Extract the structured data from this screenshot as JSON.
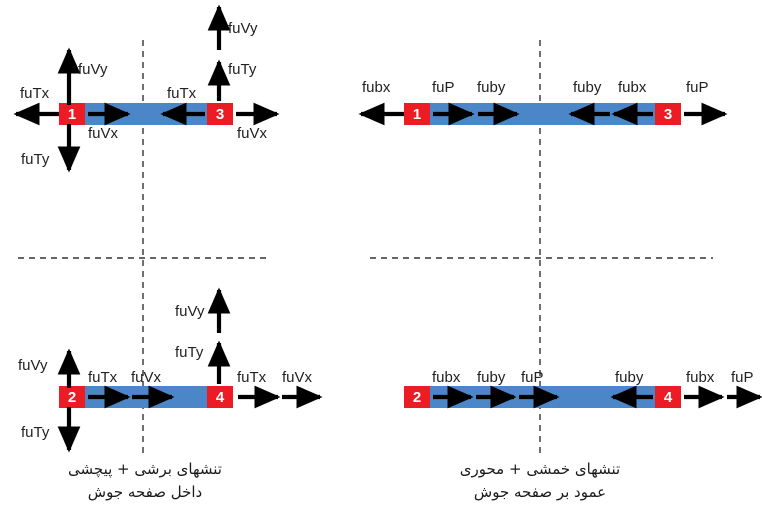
{
  "figure": {
    "title": "Weld stress component force diagram",
    "colors": {
      "bar": "#4a86c8",
      "node": "#ec1c24",
      "arrow": "#000000",
      "dash": "#333333",
      "text": "#222222"
    }
  },
  "panels": {
    "top_left": {
      "nodes": [
        {
          "id": "node-1",
          "label": "1"
        },
        {
          "id": "node-3",
          "label": "3"
        }
      ],
      "labels": [
        {
          "name": "futx-left",
          "text": "fuTx"
        },
        {
          "name": "fuvy-left",
          "text": "fuVy"
        },
        {
          "name": "futy-left",
          "text": "fuTy"
        },
        {
          "name": "fuvx-left",
          "text": "fuVx"
        },
        {
          "name": "futx-right",
          "text": "fuTx"
        },
        {
          "name": "fuvy-right",
          "text": "fuVy"
        },
        {
          "name": "futy-right",
          "text": "fuTy"
        },
        {
          "name": "fuvx-right",
          "text": "fuVx"
        }
      ]
    },
    "top_right": {
      "nodes": [
        {
          "id": "node-1",
          "label": "1"
        },
        {
          "id": "node-3",
          "label": "3"
        }
      ],
      "labels": [
        {
          "name": "fubx-outer-left",
          "text": "fubx"
        },
        {
          "name": "fup-left",
          "text": "fuP"
        },
        {
          "name": "fuby-left",
          "text": "fuby"
        },
        {
          "name": "fuby-right",
          "text": "fuby"
        },
        {
          "name": "fubx-right",
          "text": "fubx"
        },
        {
          "name": "fup-right",
          "text": "fuP"
        }
      ]
    },
    "bottom_left": {
      "nodes": [
        {
          "id": "node-2",
          "label": "2"
        },
        {
          "id": "node-4",
          "label": "4"
        }
      ],
      "labels": [
        {
          "name": "fuvy-left",
          "text": "fuVy"
        },
        {
          "name": "futy-left",
          "text": "fuTy"
        },
        {
          "name": "futx-inner",
          "text": "fuTx"
        },
        {
          "name": "fuvx-inner",
          "text": "fuVx"
        },
        {
          "name": "fuvy-right",
          "text": "fuVy"
        },
        {
          "name": "futy-right",
          "text": "fuTy"
        },
        {
          "name": "futx-outer",
          "text": "fuTx"
        },
        {
          "name": "fuvx-outer",
          "text": "fuVx"
        }
      ]
    },
    "bottom_right": {
      "nodes": [
        {
          "id": "node-2",
          "label": "2"
        },
        {
          "id": "node-4",
          "label": "4"
        }
      ],
      "labels": [
        {
          "name": "fubx-left",
          "text": "fubx"
        },
        {
          "name": "fuby-left",
          "text": "fuby"
        },
        {
          "name": "fup-left",
          "text": "fuP"
        },
        {
          "name": "fuby-right",
          "text": "fuby"
        },
        {
          "name": "fubx-outer",
          "text": "fubx"
        },
        {
          "name": "fup-outer",
          "text": "fuP"
        }
      ]
    }
  },
  "captions": {
    "left": {
      "line1": "تنشهای برشی + پیچشی",
      "line2": "داخل صفحه جوش"
    },
    "right": {
      "line1": "تنشهای خمشی + محوری",
      "line2": "عمود بر صفحه جوش"
    }
  }
}
